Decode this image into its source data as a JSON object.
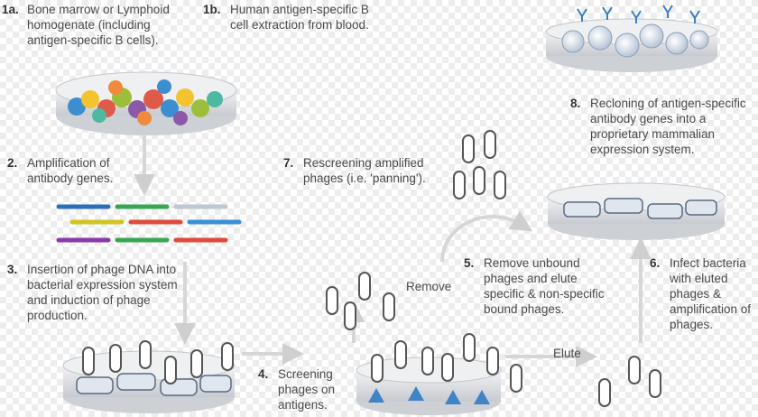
{
  "steps": [
    {
      "num": "1a.",
      "text": "Bone marrow or Lymphoid homogenate (including antigen-specific B cells)."
    },
    {
      "num": "1b.",
      "text": "Human antigen-specific B cell extraction from blood."
    },
    {
      "num": "2.",
      "text": "Amplification of antibody genes."
    },
    {
      "num": "3.",
      "text": "Insertion of phage DNA into bacterial expression system and induction of phage production."
    },
    {
      "num": "4.",
      "text": "Screening phages on antigens."
    },
    {
      "num": "5.",
      "text": "Remove unbound phages and elute specific & non-specific bound phages."
    },
    {
      "num": "6.",
      "text": "Infect bacteria with eluted phages & amplification of phages."
    },
    {
      "num": "7.",
      "text": "Rescreening amplified phages (i.e. 'panning')."
    },
    {
      "num": "8.",
      "text": "Recloning of antigen-specific antibody genes into a proprietary mammalian expression system."
    }
  ],
  "actions": {
    "remove": "Remove",
    "elute": "Elute"
  },
  "colors": {
    "dish": "#c9ccd1",
    "arrow": "#d0d0d0",
    "phage_body": "#555555",
    "antigen": "#3f84c4",
    "text": "#4a4a4a"
  }
}
